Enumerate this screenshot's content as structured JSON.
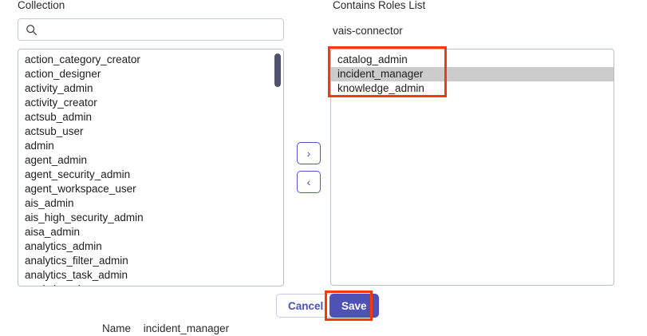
{
  "left_panel": {
    "heading": "Collection",
    "search": {
      "value": "",
      "placeholder": "",
      "icon": "search-icon"
    },
    "options": [
      "action_category_creator",
      "action_designer",
      "activity_admin",
      "activity_creator",
      "actsub_admin",
      "actsub_user",
      "admin",
      "agent_admin",
      "agent_security_admin",
      "agent_workspace_user",
      "ais_admin",
      "ais_high_security_admin",
      "aisa_admin",
      "analytics_admin",
      "analytics_filter_admin",
      "analytics_task_admin",
      "analytics_viewer"
    ],
    "scrollbar": {
      "thumb_color": "#51526b"
    }
  },
  "transfer": {
    "move_right_label": "›",
    "move_right_icon": "chevron-right-icon",
    "move_left_label": "‹",
    "move_left_icon": "chevron-left-icon",
    "border_color": "#5257c9"
  },
  "right_panel": {
    "heading": "Contains Roles List",
    "subject": "vais-connector",
    "options": [
      {
        "label": "catalog_admin",
        "selected": false
      },
      {
        "label": "incident_manager",
        "selected": true
      },
      {
        "label": "knowledge_admin",
        "selected": false
      }
    ],
    "selected_bg": "#cccccc"
  },
  "footer": {
    "cancel_label": "Cancel",
    "save_label": "Save",
    "save_bg": "#4f52b5",
    "accent_color": "#4a4fc3"
  },
  "detail": {
    "name_key": "Name",
    "name_value": "incident_manager"
  },
  "annotations": {
    "color": "#f5390c",
    "roles_box_name": "highlight-roles-list",
    "save_box_name": "highlight-save-button"
  }
}
